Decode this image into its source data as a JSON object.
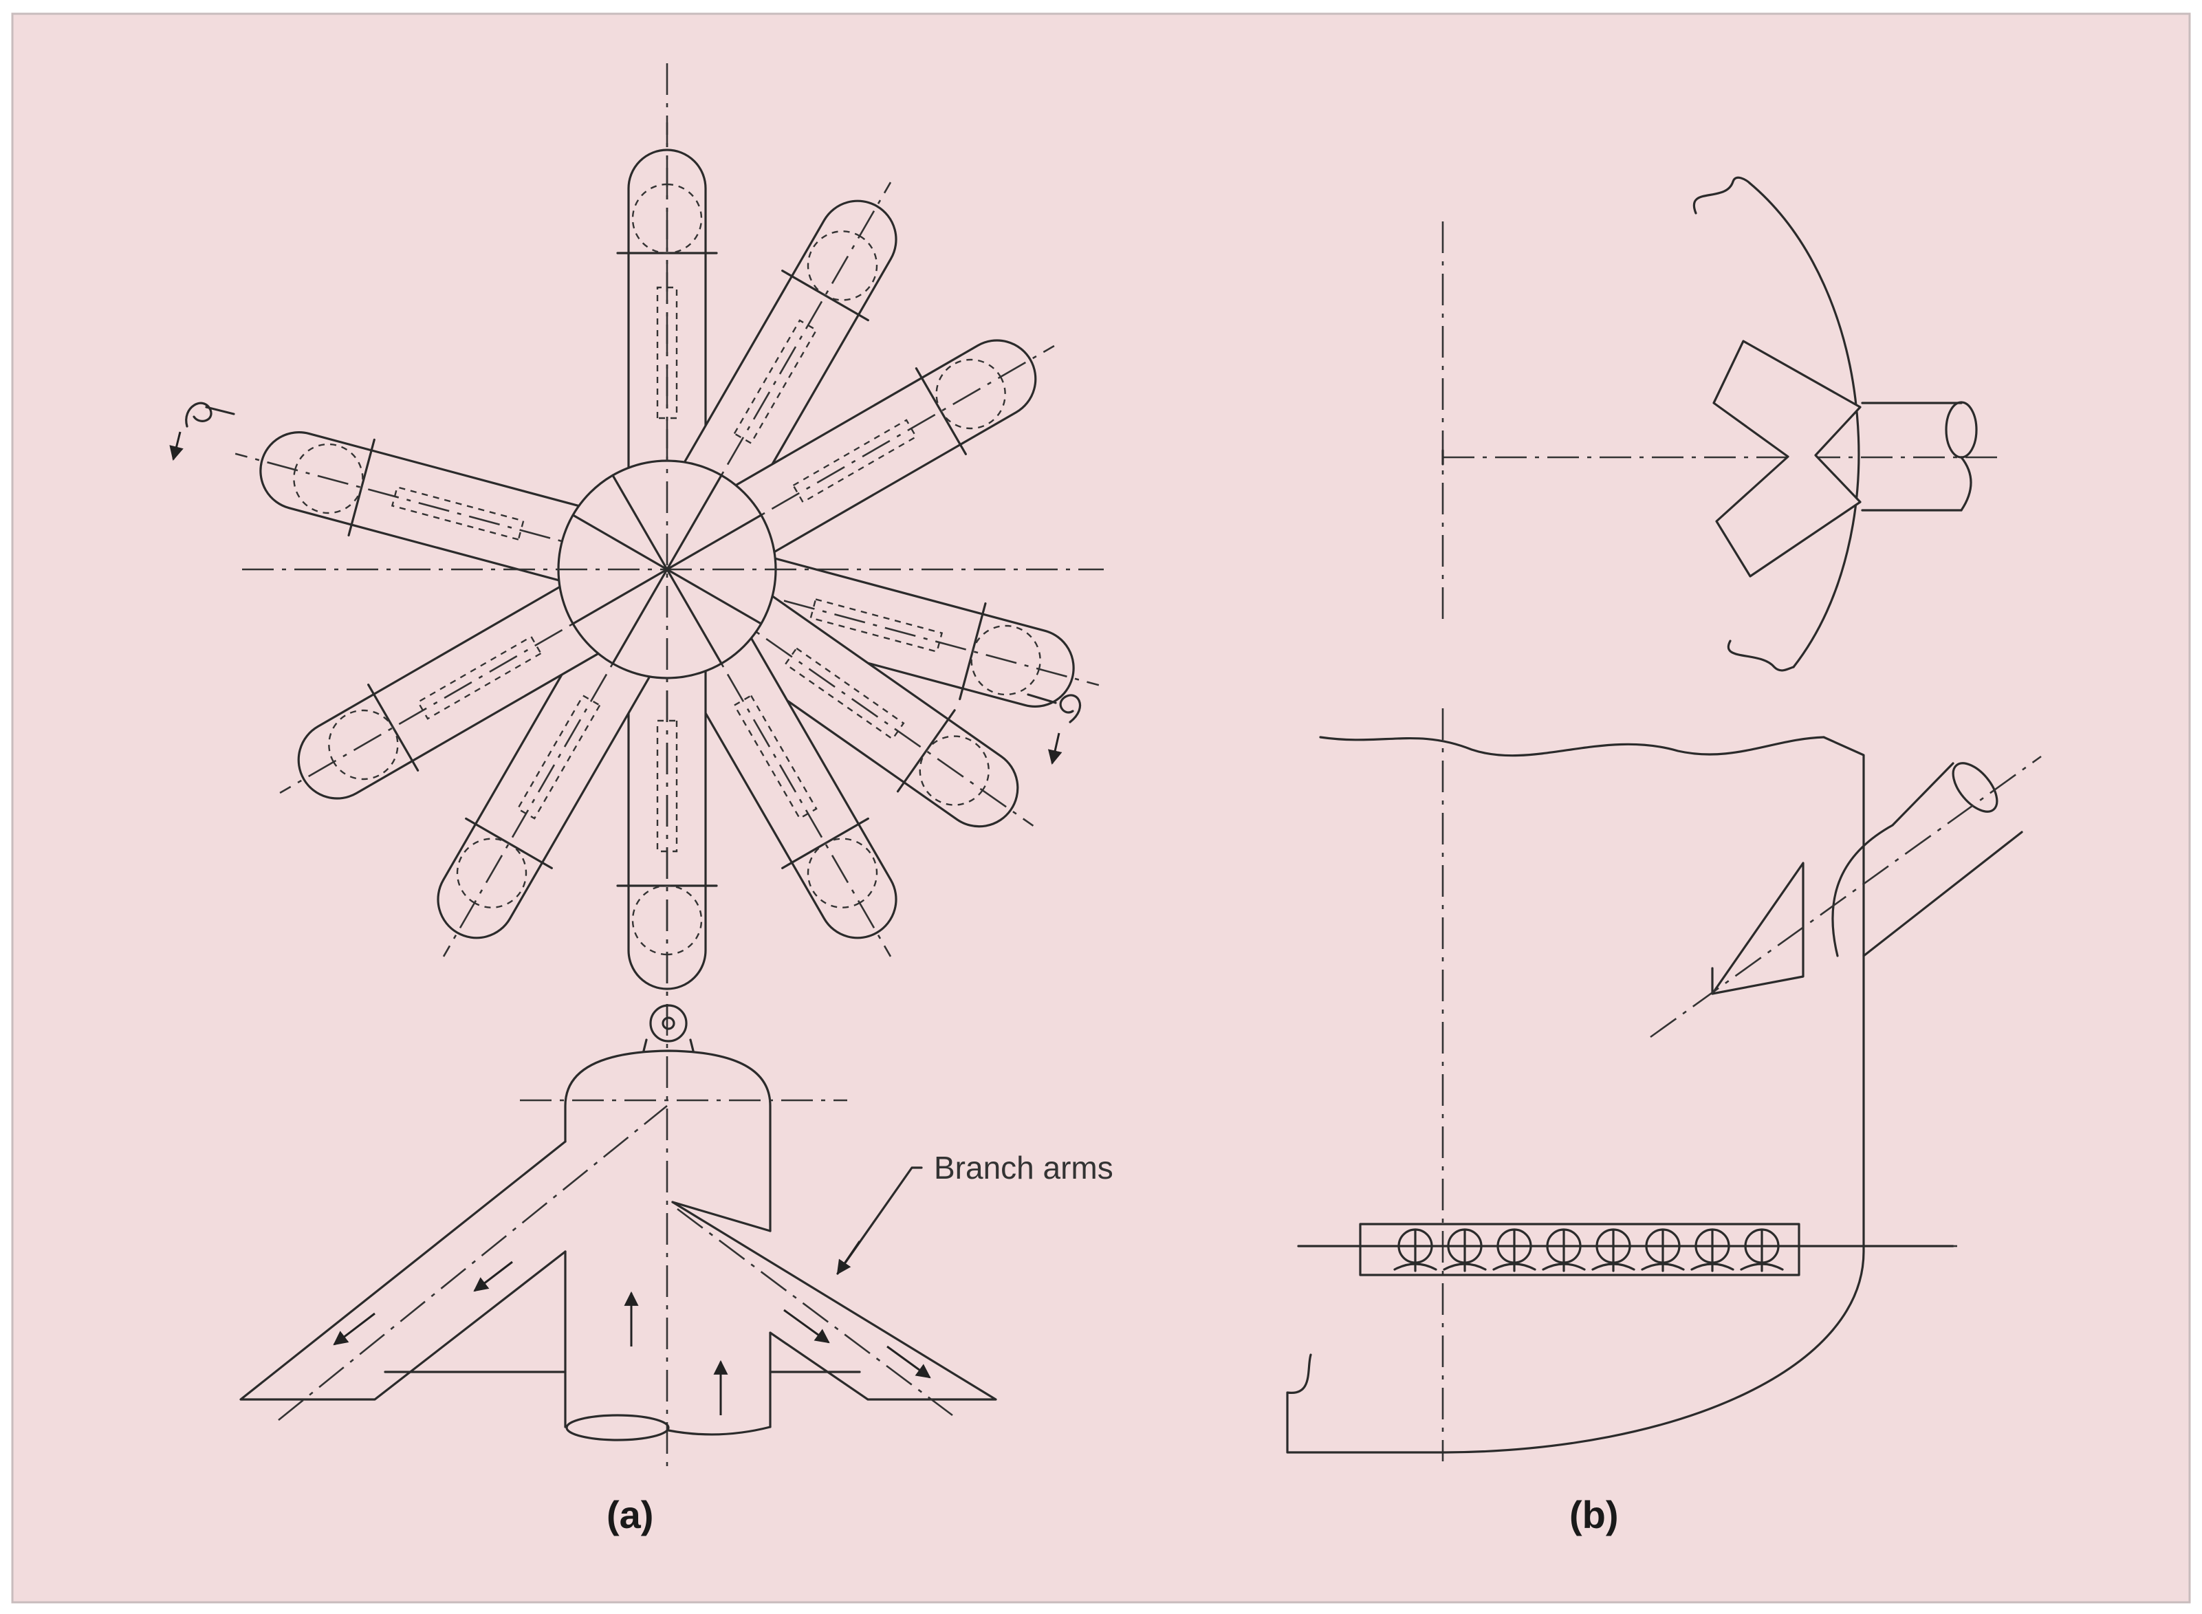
{
  "figure": {
    "background_color": "#f2dcdd",
    "border_color": "#c8bcbd",
    "line_color": "#2b2b2b"
  },
  "panel_a": {
    "label": "(a)",
    "callout": "Branch arms"
  },
  "panel_b": {
    "label": "(b)",
    "nozzle_count": 8
  }
}
